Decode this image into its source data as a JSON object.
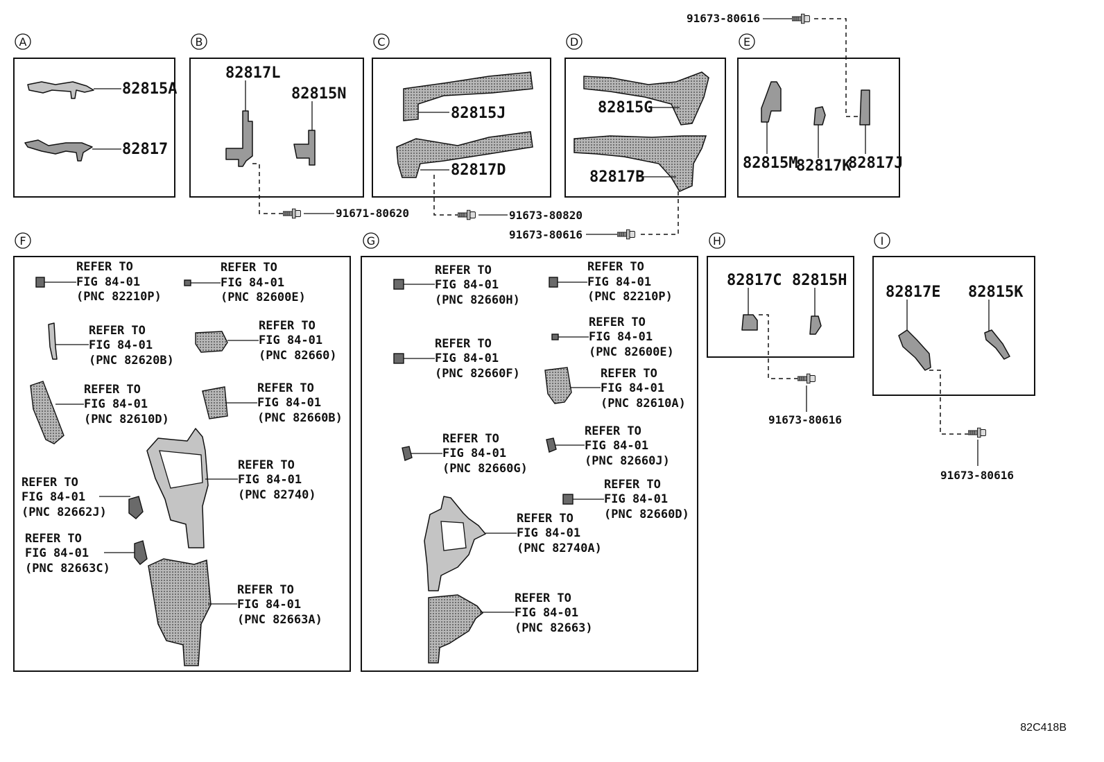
{
  "diagram_code": "82C418B",
  "sections": {
    "A": {
      "letter": "A",
      "parts": [
        "82815A",
        "82817"
      ]
    },
    "B": {
      "letter": "B",
      "parts": [
        "82817L",
        "82815N"
      ],
      "fastener": "91671-80620"
    },
    "C": {
      "letter": "C",
      "parts": [
        "82815J",
        "82817D"
      ],
      "fastener": "91673-80820"
    },
    "D": {
      "letter": "D",
      "parts": [
        "82815G",
        "82817B"
      ],
      "fastener": "91673-80616"
    },
    "E": {
      "letter": "E",
      "parts": [
        "82815M",
        "82817K",
        "82817J"
      ],
      "fastener": "91673-80616"
    },
    "F": {
      "letter": "F",
      "refs": [
        {
          "l1": "REFER TO",
          "l2": "FIG 84-01",
          "l3": "(PNC 82210P)"
        },
        {
          "l1": "REFER TO",
          "l2": "FIG 84-01",
          "l3": "(PNC 82600E)"
        },
        {
          "l1": "REFER TO",
          "l2": "FIG 84-01",
          "l3": "(PNC 82620B)"
        },
        {
          "l1": "REFER TO",
          "l2": "FIG 84-01",
          "l3": "(PNC 82660)"
        },
        {
          "l1": "REFER TO",
          "l2": "FIG 84-01",
          "l3": "(PNC 82610D)"
        },
        {
          "l1": "REFER TO",
          "l2": "FIG 84-01",
          "l3": "(PNC 82660B)"
        },
        {
          "l1": "REFER TO",
          "l2": "FIG 84-01",
          "l3": "(PNC 82740)"
        },
        {
          "l1": "REFER TO",
          "l2": "FIG 84-01",
          "l3": "(PNC 82662J)"
        },
        {
          "l1": "REFER TO",
          "l2": "FIG 84-01",
          "l3": "(PNC 82663C)"
        },
        {
          "l1": "REFER TO",
          "l2": "FIG 84-01",
          "l3": "(PNC 82663A)"
        }
      ]
    },
    "G": {
      "letter": "G",
      "refs": [
        {
          "l1": "REFER TO",
          "l2": "FIG 84-01",
          "l3": "(PNC 82660H)"
        },
        {
          "l1": "REFER TO",
          "l2": "FIG 84-01",
          "l3": "(PNC 82210P)"
        },
        {
          "l1": "REFER TO",
          "l2": "FIG 84-01",
          "l3": "(PNC 82600E)"
        },
        {
          "l1": "REFER TO",
          "l2": "FIG 84-01",
          "l3": "(PNC 82660F)"
        },
        {
          "l1": "REFER TO",
          "l2": "FIG 84-01",
          "l3": "(PNC 82610A)"
        },
        {
          "l1": "REFER TO",
          "l2": "FIG 84-01",
          "l3": "(PNC 82660G)"
        },
        {
          "l1": "REFER TO",
          "l2": "FIG 84-01",
          "l3": "(PNC 82660J)"
        },
        {
          "l1": "REFER TO",
          "l2": "FIG 84-01",
          "l3": "(PNC 82660D)"
        },
        {
          "l1": "REFER TO",
          "l2": "FIG 84-01",
          "l3": "(PNC 82740A)"
        },
        {
          "l1": "REFER TO",
          "l2": "FIG 84-01",
          "l3": "(PNC 82663)"
        }
      ]
    },
    "H": {
      "letter": "H",
      "parts": [
        "82817C",
        "82815H"
      ],
      "fastener": "91673-80616"
    },
    "I": {
      "letter": "I",
      "parts": [
        "82817E",
        "82815K"
      ],
      "fastener": "91673-80616"
    }
  },
  "top_fastener": "91673-80616"
}
